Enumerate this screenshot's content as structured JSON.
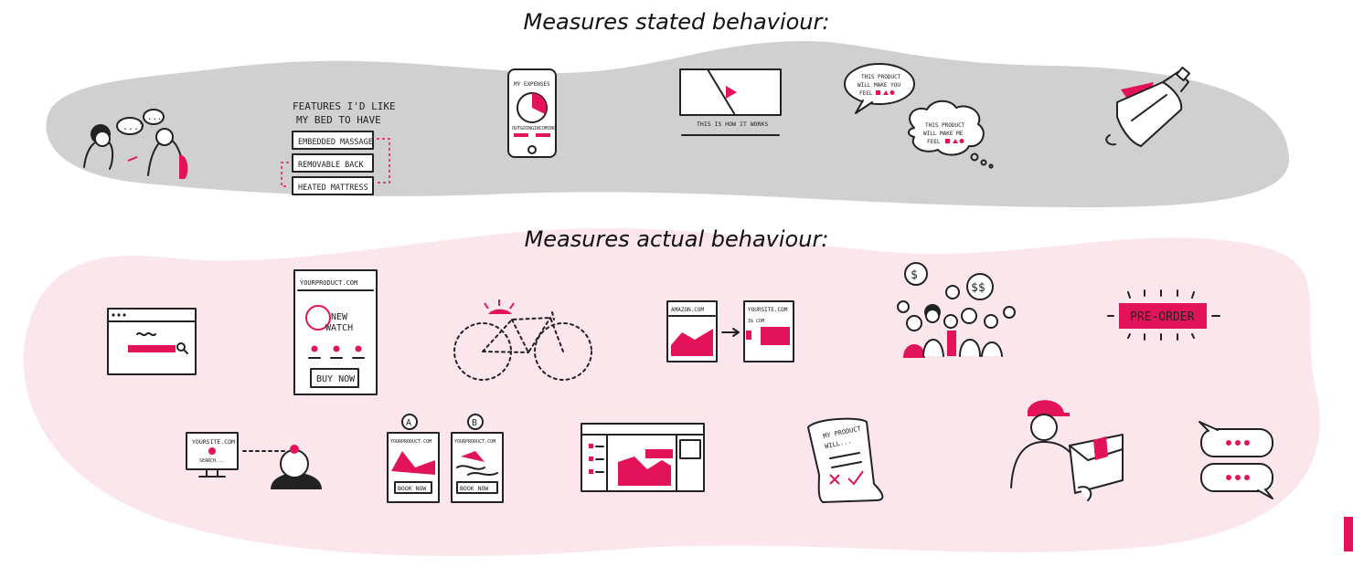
{
  "headings": {
    "stated": "Measures stated behaviour:",
    "actual": "Measures actual behaviour:"
  },
  "colors": {
    "accent": "#e3135b",
    "stated_band": "#cfd0cf",
    "actual_band": "#fbe6ec",
    "ink": "#222222"
  },
  "stated": {
    "interview": {
      "bubble1": "...?",
      "bubble2": "..."
    },
    "feature_list": {
      "title_line1": "FEATURES I'D LIKE",
      "title_line2": "MY BED TO HAVE",
      "items": [
        "EMBEDDED MASSAGE",
        "REMOVABLE BACK",
        "HEATED MATTRESS"
      ]
    },
    "phone": {
      "title": "MY EXPENSES",
      "left_label": "OUTGOING",
      "right_label": "INCOMING"
    },
    "video": {
      "caption": "THIS IS HOW IT WORKS"
    },
    "speech": {
      "line1": "THIS PRODUCT",
      "line2": "WILL MAKE YOU",
      "line3": "FEEL"
    },
    "thought": {
      "line1": "THIS PRODUCT",
      "line2": "WILL MAKE ME",
      "line3": "FEEL"
    },
    "bottle": {
      "icon": "rocket-bottle-icon"
    }
  },
  "actual": {
    "search": {
      "icon": "search-browser-icon"
    },
    "landing": {
      "url": "YOURPRODUCT.COM",
      "headline_line1": "NEW",
      "headline_line2": "WATCH",
      "cta": "BUY NOW"
    },
    "bicycle": {
      "icon": "bicycle-icon"
    },
    "comparison": {
      "left_url": "AMAZON.COM",
      "right_url": "YOURSITE.COM",
      "price": "3$ COM"
    },
    "crowd": {
      "icon": "crowd-icon"
    },
    "preorder": {
      "label": "PRE-ORDER"
    },
    "concierge": {
      "url": "YOURSITE.COM",
      "status": "SEARCH..."
    },
    "ab_test": {
      "variant_a": "A",
      "variant_b": "B",
      "url": "YOURPRODUCT.COM",
      "cta": "BOOK NOW"
    },
    "dashboard": {
      "icon": "dashboard-icon"
    },
    "letter": {
      "line1": "MY PRODUCT",
      "line2": "WILL..."
    },
    "delivery": {
      "icon": "delivery-person-icon"
    },
    "chat": {
      "icon": "chat-bubbles-icon"
    }
  }
}
